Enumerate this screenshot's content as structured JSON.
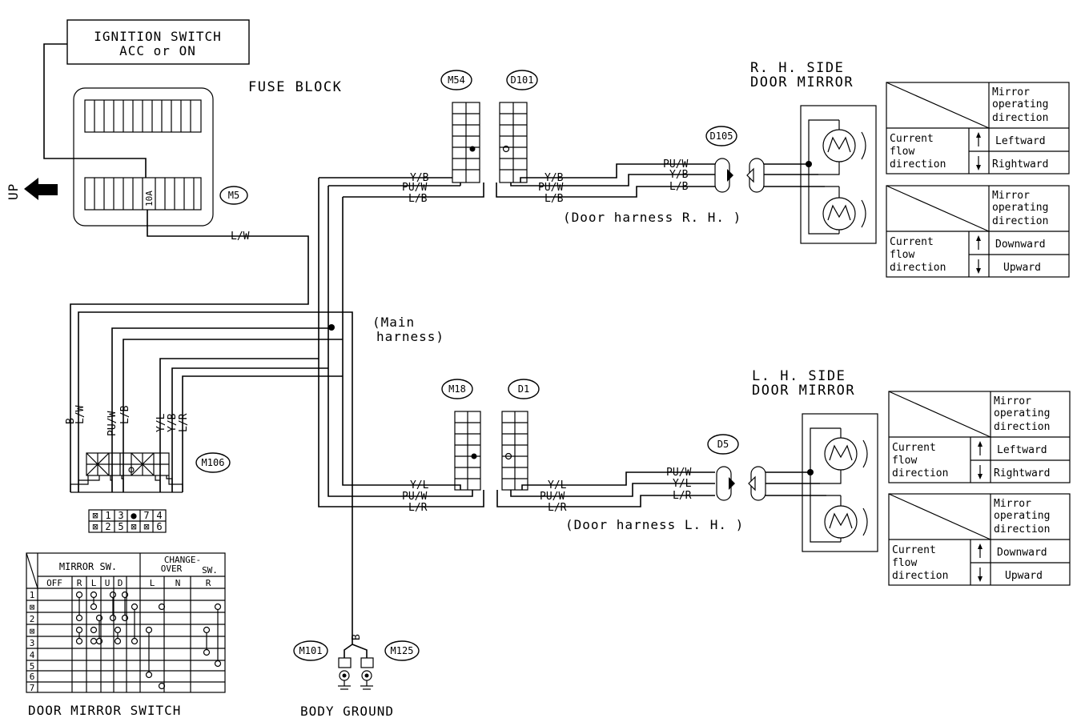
{
  "ignition": {
    "line1": "IGNITION SWITCH",
    "line2": "ACC or ON"
  },
  "fuse_block": {
    "label": "FUSE BLOCK",
    "fuse": "10A",
    "connector": "M5"
  },
  "up_label": "UP",
  "connectors": {
    "m54": "M54",
    "d101": "D101",
    "d105": "D105",
    "m18": "M18",
    "d1": "D1",
    "d5": "D5",
    "m106": "M106",
    "m101": "M101",
    "m125": "M125"
  },
  "wires": {
    "lw": "L/W",
    "b": "B",
    "yb": "Y/B",
    "puw": "PU/W",
    "lb": "L/B",
    "yl": "Y/L",
    "lr": "L/R"
  },
  "harness": {
    "main_1": "(Main",
    "main_2": "harness)",
    "door_rh": "(Door harness R. H. )",
    "door_lh": "(Door harness L. H. )"
  },
  "rh_mirror": {
    "line1": "R. H. SIDE",
    "line2": "DOOR MIRROR"
  },
  "lh_mirror": {
    "line1": "L. H. SIDE",
    "line2": "DOOR MIRROR"
  },
  "direction_table": {
    "header_1": "Mirror",
    "header_2": "operating",
    "header_3": "direction",
    "row_1": "Current",
    "row_2": "flow",
    "row_3": "direction",
    "leftward": "Leftward",
    "rightward": "Rightward",
    "downward": "Downward",
    "upward": "Upward"
  },
  "switch_table": {
    "mirror_sw": "MIRROR SW.",
    "change_1": "CHANGE-",
    "change_2": "OVER",
    "change_3": "SW.",
    "cols": [
      "OFF",
      "R",
      "L",
      "U",
      "D",
      "L",
      "N",
      "R"
    ],
    "rows": [
      "1",
      "⊠",
      "2",
      "⊠",
      "3",
      "4",
      "5",
      "6",
      "7"
    ]
  },
  "pin_map": {
    "top": [
      "⊠",
      "1",
      "3",
      "●",
      "7",
      "4"
    ],
    "bottom": [
      "⊠",
      "2",
      "5",
      "⊠",
      "⊠",
      "6"
    ]
  },
  "titles": {
    "switch": "DOOR MIRROR SWITCH",
    "ground": "BODY GROUND"
  }
}
